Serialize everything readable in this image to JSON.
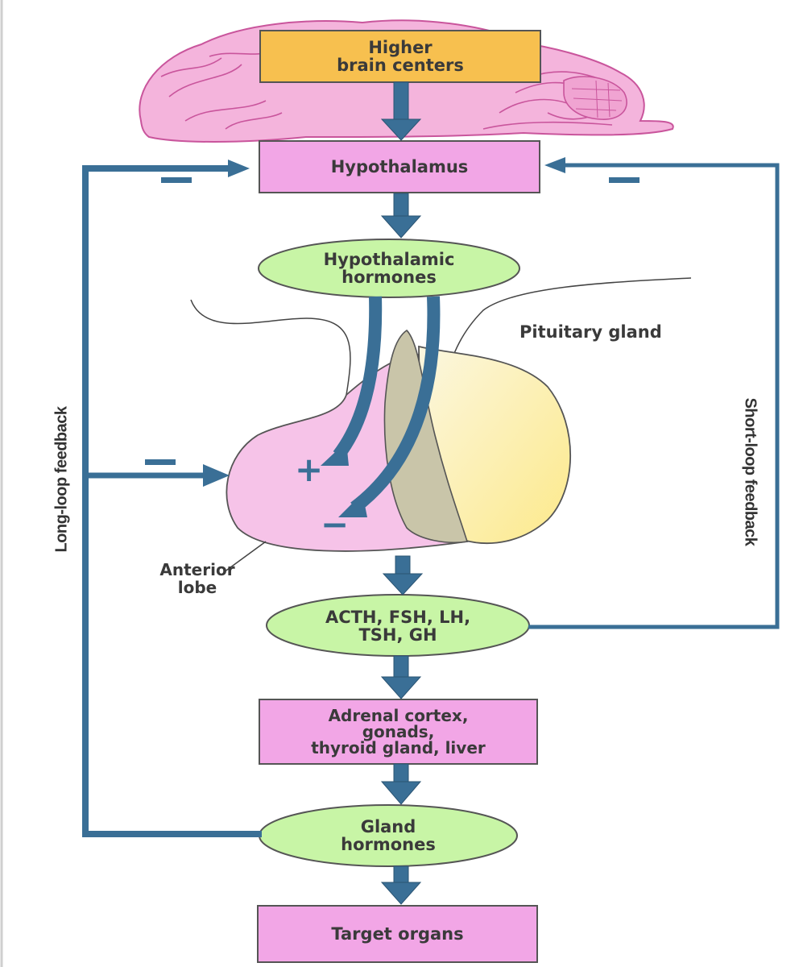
{
  "nodes": {
    "higher_brain_centers": "Higher\nbrain centers",
    "hypothalamus": "Hypothalamus",
    "hypothalamic_hormones": "Hypothalamic\nhormones",
    "pituitary_hormones": "ACTH, FSH, LH,\nTSH, GH",
    "glands": "Adrenal cortex,\ngonads,\nthyroid gland, liver",
    "gland_hormones": "Gland\nhormones",
    "target_organs": "Target organs"
  },
  "labels": {
    "pituitary_gland": "Pituitary gland",
    "anterior_lobe": "Anterior\nlobe",
    "long_loop_feedback": "Long-loop feedback",
    "short_loop_feedback": "Short-loop feedback",
    "plus_sign": "+",
    "minus_sign": "−"
  },
  "colors": {
    "arrow": "#3a6f96",
    "box_yellow": "#f7c04f",
    "box_pink": "#f2a6e6",
    "ellipse_green": "#c8f5a6",
    "brain": "#f4b4dc",
    "anterior_lobe": "#f6c3e8",
    "posterior_lobe": "#fdf5b8"
  }
}
